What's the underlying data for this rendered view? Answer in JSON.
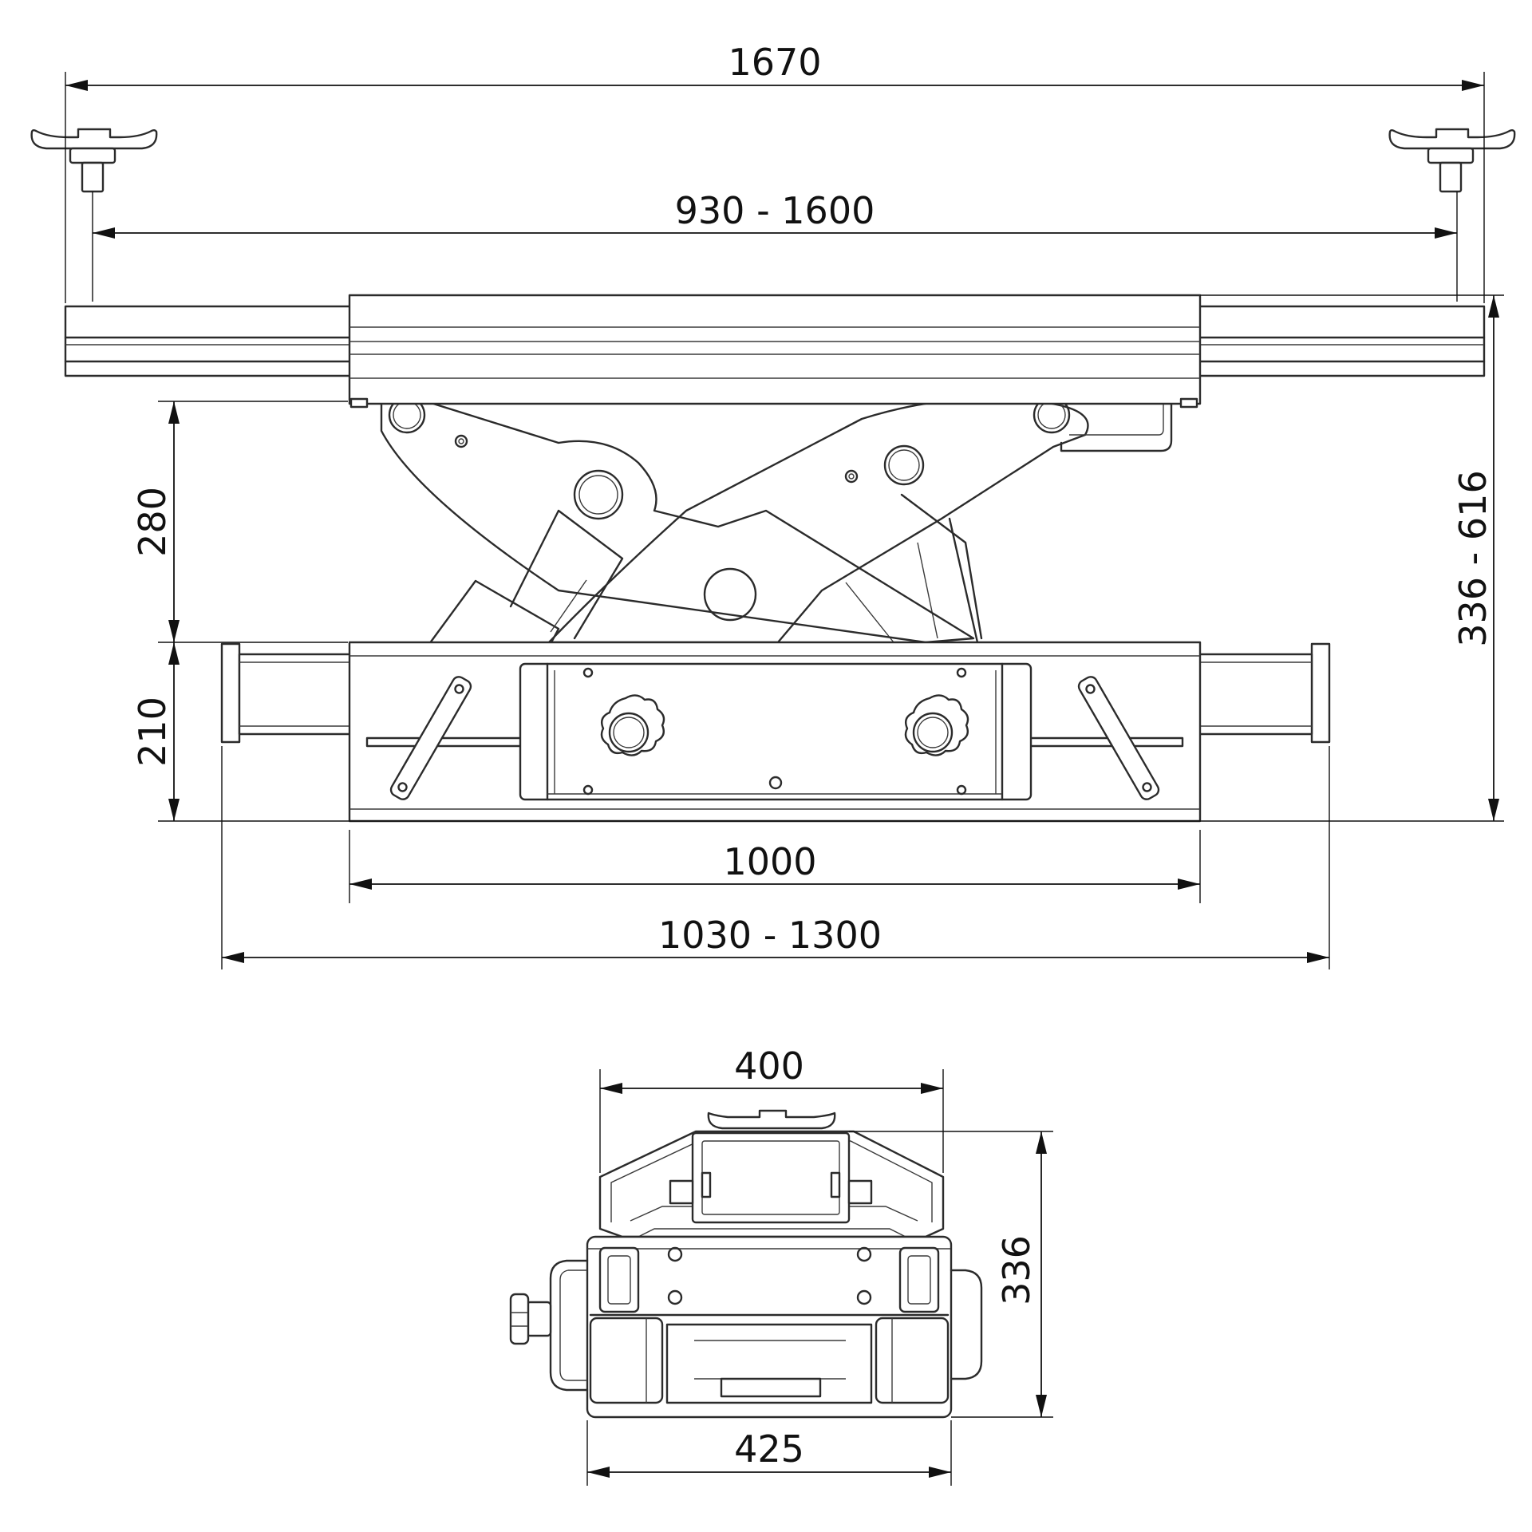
{
  "dimensions": {
    "overall_width": "1670",
    "saddle_span": "930 - 1600",
    "scissor_height": "280",
    "base_height": "210",
    "total_height": "336 - 616",
    "base_length": "1000",
    "base_extended_length": "1030 - 1300",
    "end_top_width": "400",
    "end_height": "336",
    "end_base_width": "425"
  }
}
